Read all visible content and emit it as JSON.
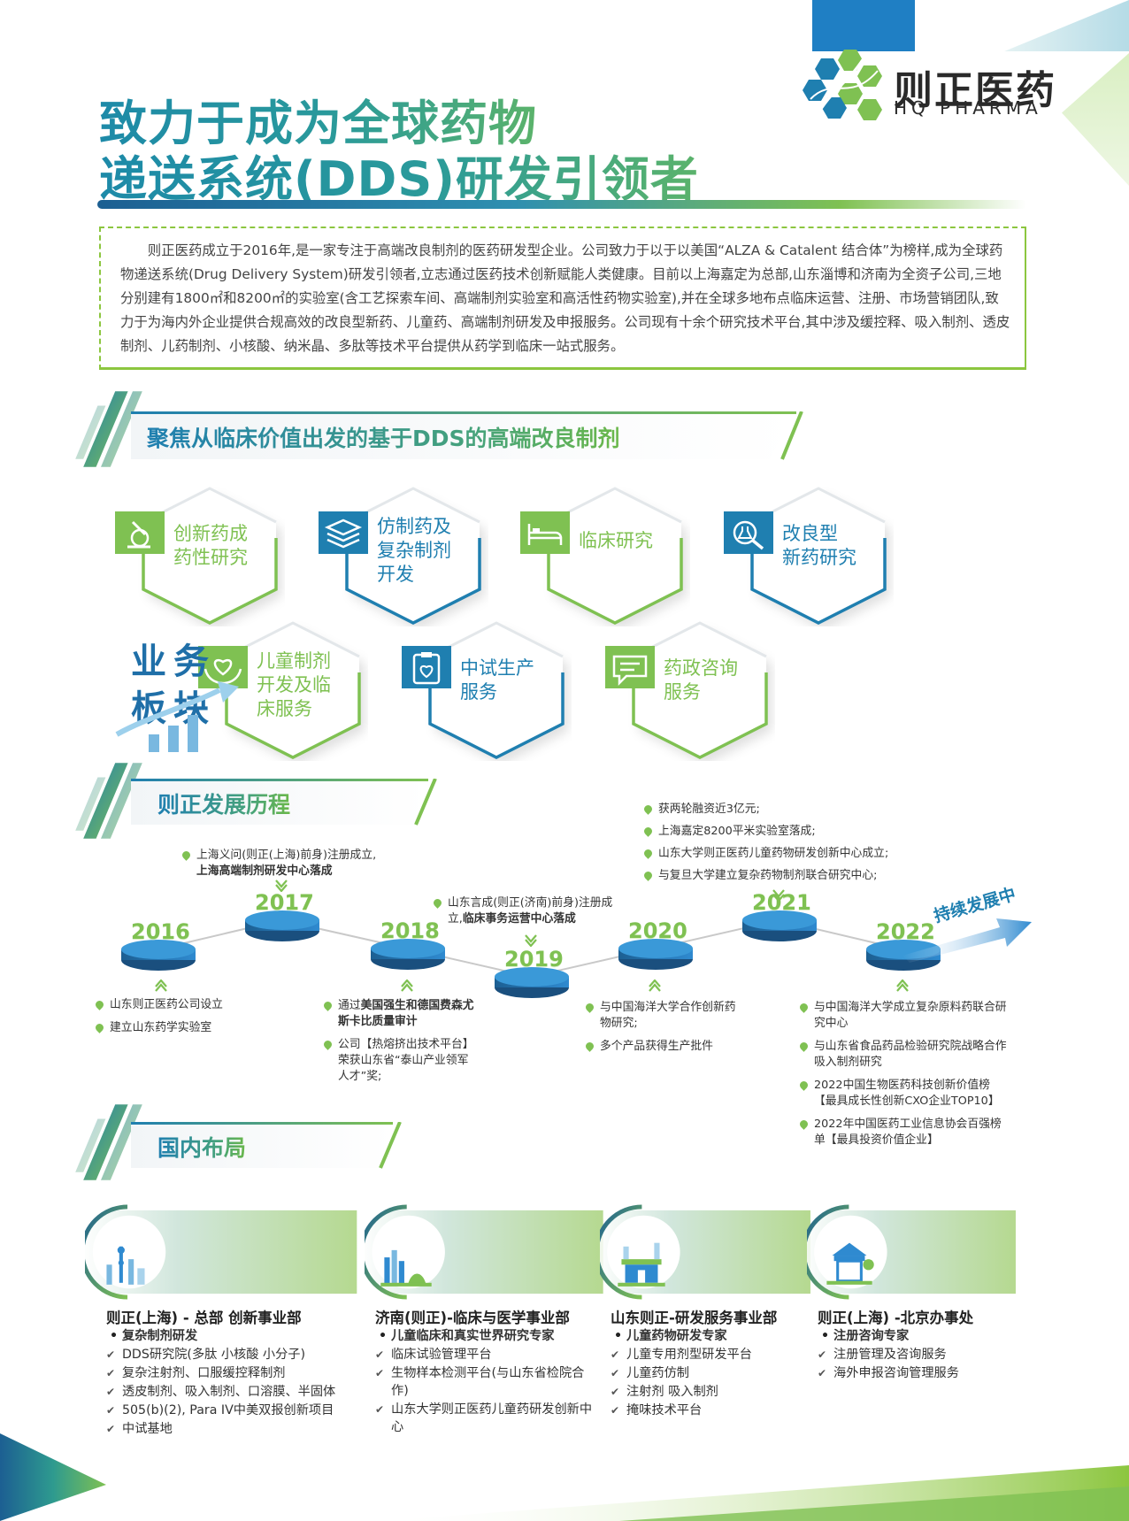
{
  "brand": {
    "cn": "则正医药",
    "en": "HQ PHARMA"
  },
  "title": {
    "line1": "致力于成为全球药物",
    "line2": "递送系统(DDS)研发引领者"
  },
  "intro": "则正医药成立于2016年,是一家专注于高端改良制剂的医药研发型企业。公司致力于以于以美国“ALZA & Catalent 结合体”为榜样,成为全球药物递送系统(Drug Delivery System)研发引领者,立志通过医药技术创新赋能人类健康。目前以上海嘉定为总部,山东淄博和济南为全资子公司,三地分别建有1800㎡和8200㎡的实验室(含工艺探索车间、高端制剂实验室和高活性药物实验室),并在全球多地布点临床运营、注册、市场营销团队,致力于为海内外企业提供合规高效的改良型新药、儿童药、高端制剂研发及申报服务。公司现有十余个研究技术平台,其中涉及缓控释、吸入制剂、透皮制剂、儿药制剂、小核酸、纳米晶、多肽等技术平台提供从药学到临床一站式服务。",
  "sections": {
    "focus": "聚焦从临床价值出发的基于DDS的高端改良制剂",
    "history": "则正发展历程",
    "layout": "国内布局"
  },
  "business": {
    "label1": "业务",
    "label2": "板块",
    "items": [
      {
        "label": "创新药成\n药性研究",
        "icon": "microscope-icon",
        "color": "green"
      },
      {
        "label": "仿制药及\n复杂制剂\n开发",
        "icon": "layers-icon",
        "color": "blue"
      },
      {
        "label": "临床研究",
        "icon": "bed-icon",
        "color": "green"
      },
      {
        "label": "改良型\n新药研究",
        "icon": "flask-search-icon",
        "color": "blue"
      },
      {
        "label": "儿童制剂\n开发及临\n床服务",
        "icon": "heart-hands-icon",
        "color": "green"
      },
      {
        "label": "中试生产\n服务",
        "icon": "clipboard-heart-icon",
        "color": "blue"
      },
      {
        "label": "药政咨询\n服务",
        "icon": "chat-icon",
        "color": "green"
      }
    ]
  },
  "timeline": {
    "ongoing": "持续发展中",
    "years": [
      "2016",
      "2017",
      "2018",
      "2019",
      "2020",
      "2021",
      "2022"
    ],
    "notes": {
      "y2016": [
        "山东则正医药公司设立",
        "建立山东药学实验室"
      ],
      "y2017_a": "上海义问(则正(上海)前身)注册成立,",
      "y2017_b": "上海高端制剂研发中心落成",
      "y2018_a": "通过",
      "y2018_b": "美国强生和德国费森尤斯卡比质量审计",
      "y2018_c": "公司【热熔挤出技术平台】荣获山东省“泰山产业领军人才”奖;",
      "y2019_a": "山东言成(则正(济南)前身)注册成立,",
      "y2019_b": "临床事务运营中心落成",
      "y2020": [
        "与中国海洋大学合作创新药物研究;",
        "多个产品获得生产批件"
      ],
      "y2021": [
        "获两轮融资近3亿元;",
        "上海嘉定8200平米实验室落成;",
        "山东大学则正医药儿童药物研发创新中心成立;",
        "与复旦大学建立复杂药物制剂联合研究中心;"
      ],
      "y2022": [
        "与中国海洋大学成立复杂原料药联合研究中心",
        "与山东省食品药品检验研究院战略合作吸入制剂研究",
        "2022中国生物医药科技创新价值榜【最具成长性创新CXO企业TOP10】",
        "2022年中国医药工业信息协会百强榜单【最具投资价值企业】"
      ]
    }
  },
  "locations": [
    {
      "name": "则正(上海) - 总部 创新事业部",
      "items": [
        {
          "t": "head",
          "v": "复杂制剂研发"
        },
        {
          "t": "chk",
          "v": "DDS研究院(多肽 小核酸 小分子)"
        },
        {
          "t": "chk",
          "v": "复杂注射剂、口服缓控释制剂"
        },
        {
          "t": "chk",
          "v": "透皮制剂、吸入制剂、口溶膜、半固体"
        },
        {
          "t": "chk",
          "v": "505(b)(2), Para IV中美双报创新项目"
        },
        {
          "t": "chk",
          "v": "中试基地"
        }
      ]
    },
    {
      "name": "济南(则正)-临床与医学事业部",
      "items": [
        {
          "t": "head",
          "v": "儿童临床和真实世界研究专家"
        },
        {
          "t": "chk",
          "v": "临床试验管理平台"
        },
        {
          "t": "chk",
          "v": "生物样本检测平台(与山东省检院合作)"
        },
        {
          "t": "chk",
          "v": "山东大学则正医药儿童药研发创新中心"
        }
      ]
    },
    {
      "name": "山东则正-研发服务事业部",
      "items": [
        {
          "t": "head",
          "v": "儿童药物研发专家"
        },
        {
          "t": "chk",
          "v": "儿童专用剂型研发平台"
        },
        {
          "t": "chk",
          "v": "儿童药仿制"
        },
        {
          "t": "chk",
          "v": "注射剂 吸入制剂"
        },
        {
          "t": "chk",
          "v": "掩味技术平台"
        }
      ]
    },
    {
      "name": "则正(上海) -北京办事处",
      "items": [
        {
          "t": "head",
          "v": "注册咨询专家"
        },
        {
          "t": "chk",
          "v": "注册管理及咨询服务"
        },
        {
          "t": "chk",
          "v": "海外申报咨询管理服务"
        }
      ]
    }
  ],
  "colors": {
    "blue": "#1f7fb0",
    "green": "#7fc152",
    "darkblue": "#1c5f92"
  }
}
